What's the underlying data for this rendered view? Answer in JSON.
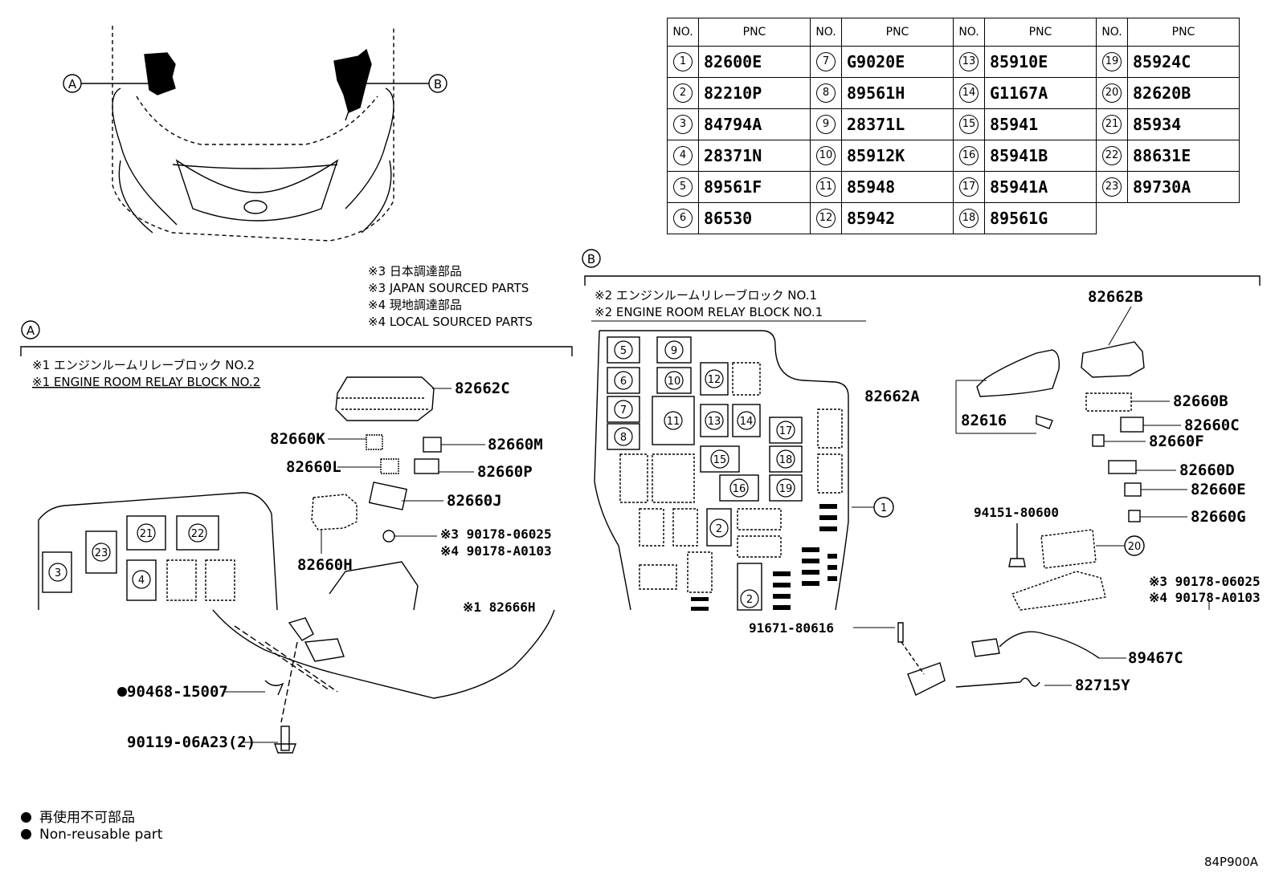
{
  "table": {
    "header_no": "NO.",
    "header_pnc": "PNC",
    "columns": [
      [
        {
          "no": "1",
          "pnc": "82600E"
        },
        {
          "no": "2",
          "pnc": "82210P"
        },
        {
          "no": "3",
          "pnc": "84794A"
        },
        {
          "no": "4",
          "pnc": "28371N"
        },
        {
          "no": "5",
          "pnc": "89561F"
        },
        {
          "no": "6",
          "pnc": "86530"
        }
      ],
      [
        {
          "no": "7",
          "pnc": "G9020E"
        },
        {
          "no": "8",
          "pnc": "89561H"
        },
        {
          "no": "9",
          "pnc": "28371L"
        },
        {
          "no": "10",
          "pnc": "85912K"
        },
        {
          "no": "11",
          "pnc": "85948"
        },
        {
          "no": "12",
          "pnc": "85942"
        }
      ],
      [
        {
          "no": "13",
          "pnc": "85910E"
        },
        {
          "no": "14",
          "pnc": "G1167A"
        },
        {
          "no": "15",
          "pnc": "85941"
        },
        {
          "no": "16",
          "pnc": "85941B"
        },
        {
          "no": "17",
          "pnc": "85941A"
        },
        {
          "no": "18",
          "pnc": "89561G"
        }
      ],
      [
        {
          "no": "19",
          "pnc": "85924C"
        },
        {
          "no": "20",
          "pnc": "82620B"
        },
        {
          "no": "21",
          "pnc": "85934"
        },
        {
          "no": "22",
          "pnc": "88631E"
        },
        {
          "no": "23",
          "pnc": "89730A"
        }
      ]
    ]
  },
  "callouts": {
    "a": "A",
    "b": "B"
  },
  "notes": {
    "n3_jp": "※3 日本調達部品",
    "n3_en": "※3 JAPAN SOURCED PARTS",
    "n4_jp": "※4 現地調達部品",
    "n4_en": "※4 LOCAL SOURCED PARTS"
  },
  "section_a": {
    "title_jp": "※1 エンジンルームリレーブロック NO.2",
    "title_en": "※1 ENGINE ROOM RELAY BLOCK NO.2",
    "parts": {
      "p1": "82662C",
      "p2": "82660K",
      "p3": "82660M",
      "p4": "82660L",
      "p5": "82660P",
      "p6": "82660J",
      "p7": "82660H",
      "p8": "※3 90178-06025",
      "p9": "※4 90178-A0103",
      "p10": "※1 82666H",
      "p11": "90468-15007",
      "p12": "90119-06A23(2)"
    },
    "block_nums": [
      "3",
      "23",
      "21",
      "22",
      "4"
    ]
  },
  "section_b": {
    "title_jp": "※2 エンジンルームリレーブロック NO.1",
    "title_en": "※2 ENGINE ROOM RELAY BLOCK NO.1",
    "parts": {
      "p1": "82662B",
      "p2": "82662A",
      "p3": "82660B",
      "p4": "82616",
      "p5": "82660C",
      "p6": "82660F",
      "p7": "82660D",
      "p8": "82660E",
      "p9": "94151-80600",
      "p10": "82660G",
      "p11": "※3 90178-06025",
      "p12": "※4 90178-A0103",
      "p13": "91671-80616",
      "p14": "89467C",
      "p15": "82715Y"
    },
    "block_nums": [
      "5",
      "9",
      "6",
      "10",
      "7",
      "11",
      "8",
      "12",
      "13",
      "14",
      "17",
      "15",
      "18",
      "16",
      "19",
      "2",
      "2",
      "1",
      "20"
    ]
  },
  "legend": {
    "jp": "再使用不可部品",
    "en": "Non-reusable part"
  },
  "drawing_code": "84P900A"
}
